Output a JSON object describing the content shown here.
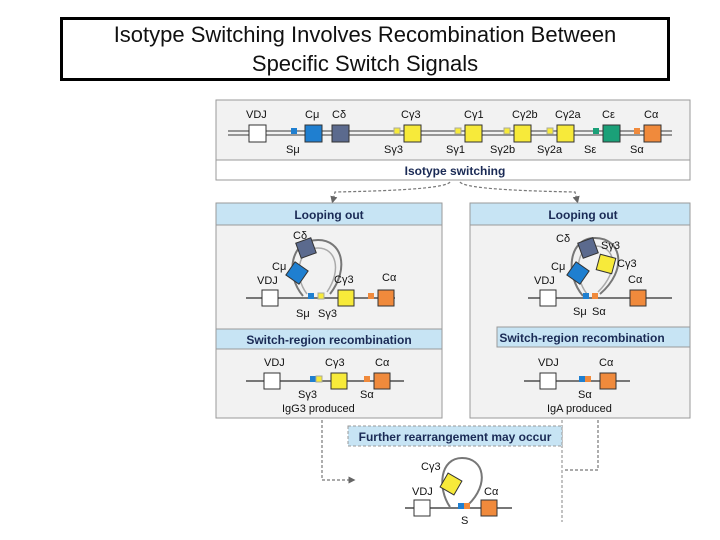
{
  "title": {
    "line1": "Isotype Switching Involves Recombination Between",
    "line2": "Specific Switch Signals"
  },
  "colors": {
    "panel_bg": "#f2f2f2",
    "header_blue": "#c7e4f4",
    "c_mu": "#1f7fd0",
    "c_delta": "#5b6a8e",
    "c_gamma": "#f7ea3a",
    "c_epsilon": "#1aa078",
    "c_alpha": "#f08a3c",
    "switch_mu": "#1f7fd0",
    "switch_gamma": "#f7ea3a"
  },
  "top_strip": {
    "gene_labels": [
      "VDJ",
      "Cμ",
      "Cδ",
      "Cγ3",
      "Cγ1",
      "Cγ2b",
      "Cγ2a",
      "Cε",
      "Cα"
    ],
    "switch_labels": [
      "Sμ",
      "Sγ3",
      "Sγ1",
      "Sγ2b",
      "Sγ2a",
      "Sε",
      "Sα"
    ]
  },
  "isotype_switching_label": "Isotype switching",
  "left_panel": {
    "header": "Looping out",
    "loop_labels": {
      "delta": "Cδ",
      "mu": "Cμ",
      "vdj": "VDJ",
      "gamma3": "Cγ3",
      "alpha": "Cα",
      "s_mu": "Sμ",
      "s_gamma3": "Sγ3"
    },
    "recombination_header": "Switch-region recombination",
    "product_labels": {
      "vdj": "VDJ",
      "gamma3": "Cγ3",
      "alpha": "Cα",
      "s_gamma3": "Sγ3",
      "s_alpha": "Sα"
    },
    "produced": "IgG3 produced"
  },
  "right_panel": {
    "header": "Looping out",
    "loop_labels": {
      "delta": "Cδ",
      "s_gamma3": "Sγ3",
      "gamma3": "Cγ3",
      "mu": "Cμ",
      "vdj": "VDJ",
      "alpha": "Cα",
      "s_mu": "Sμ",
      "s_alpha": "Sα"
    },
    "recombination_header": "Switch-region recombination",
    "product_labels": {
      "vdj": "VDJ",
      "alpha": "Cα",
      "s_alpha": "Sα"
    },
    "produced": "IgA produced"
  },
  "further": {
    "label": "Further rearrangement may occur",
    "loop_labels": {
      "gamma3": "Cγ3",
      "vdj": "VDJ",
      "alpha": "Cα",
      "s": "S"
    }
  }
}
